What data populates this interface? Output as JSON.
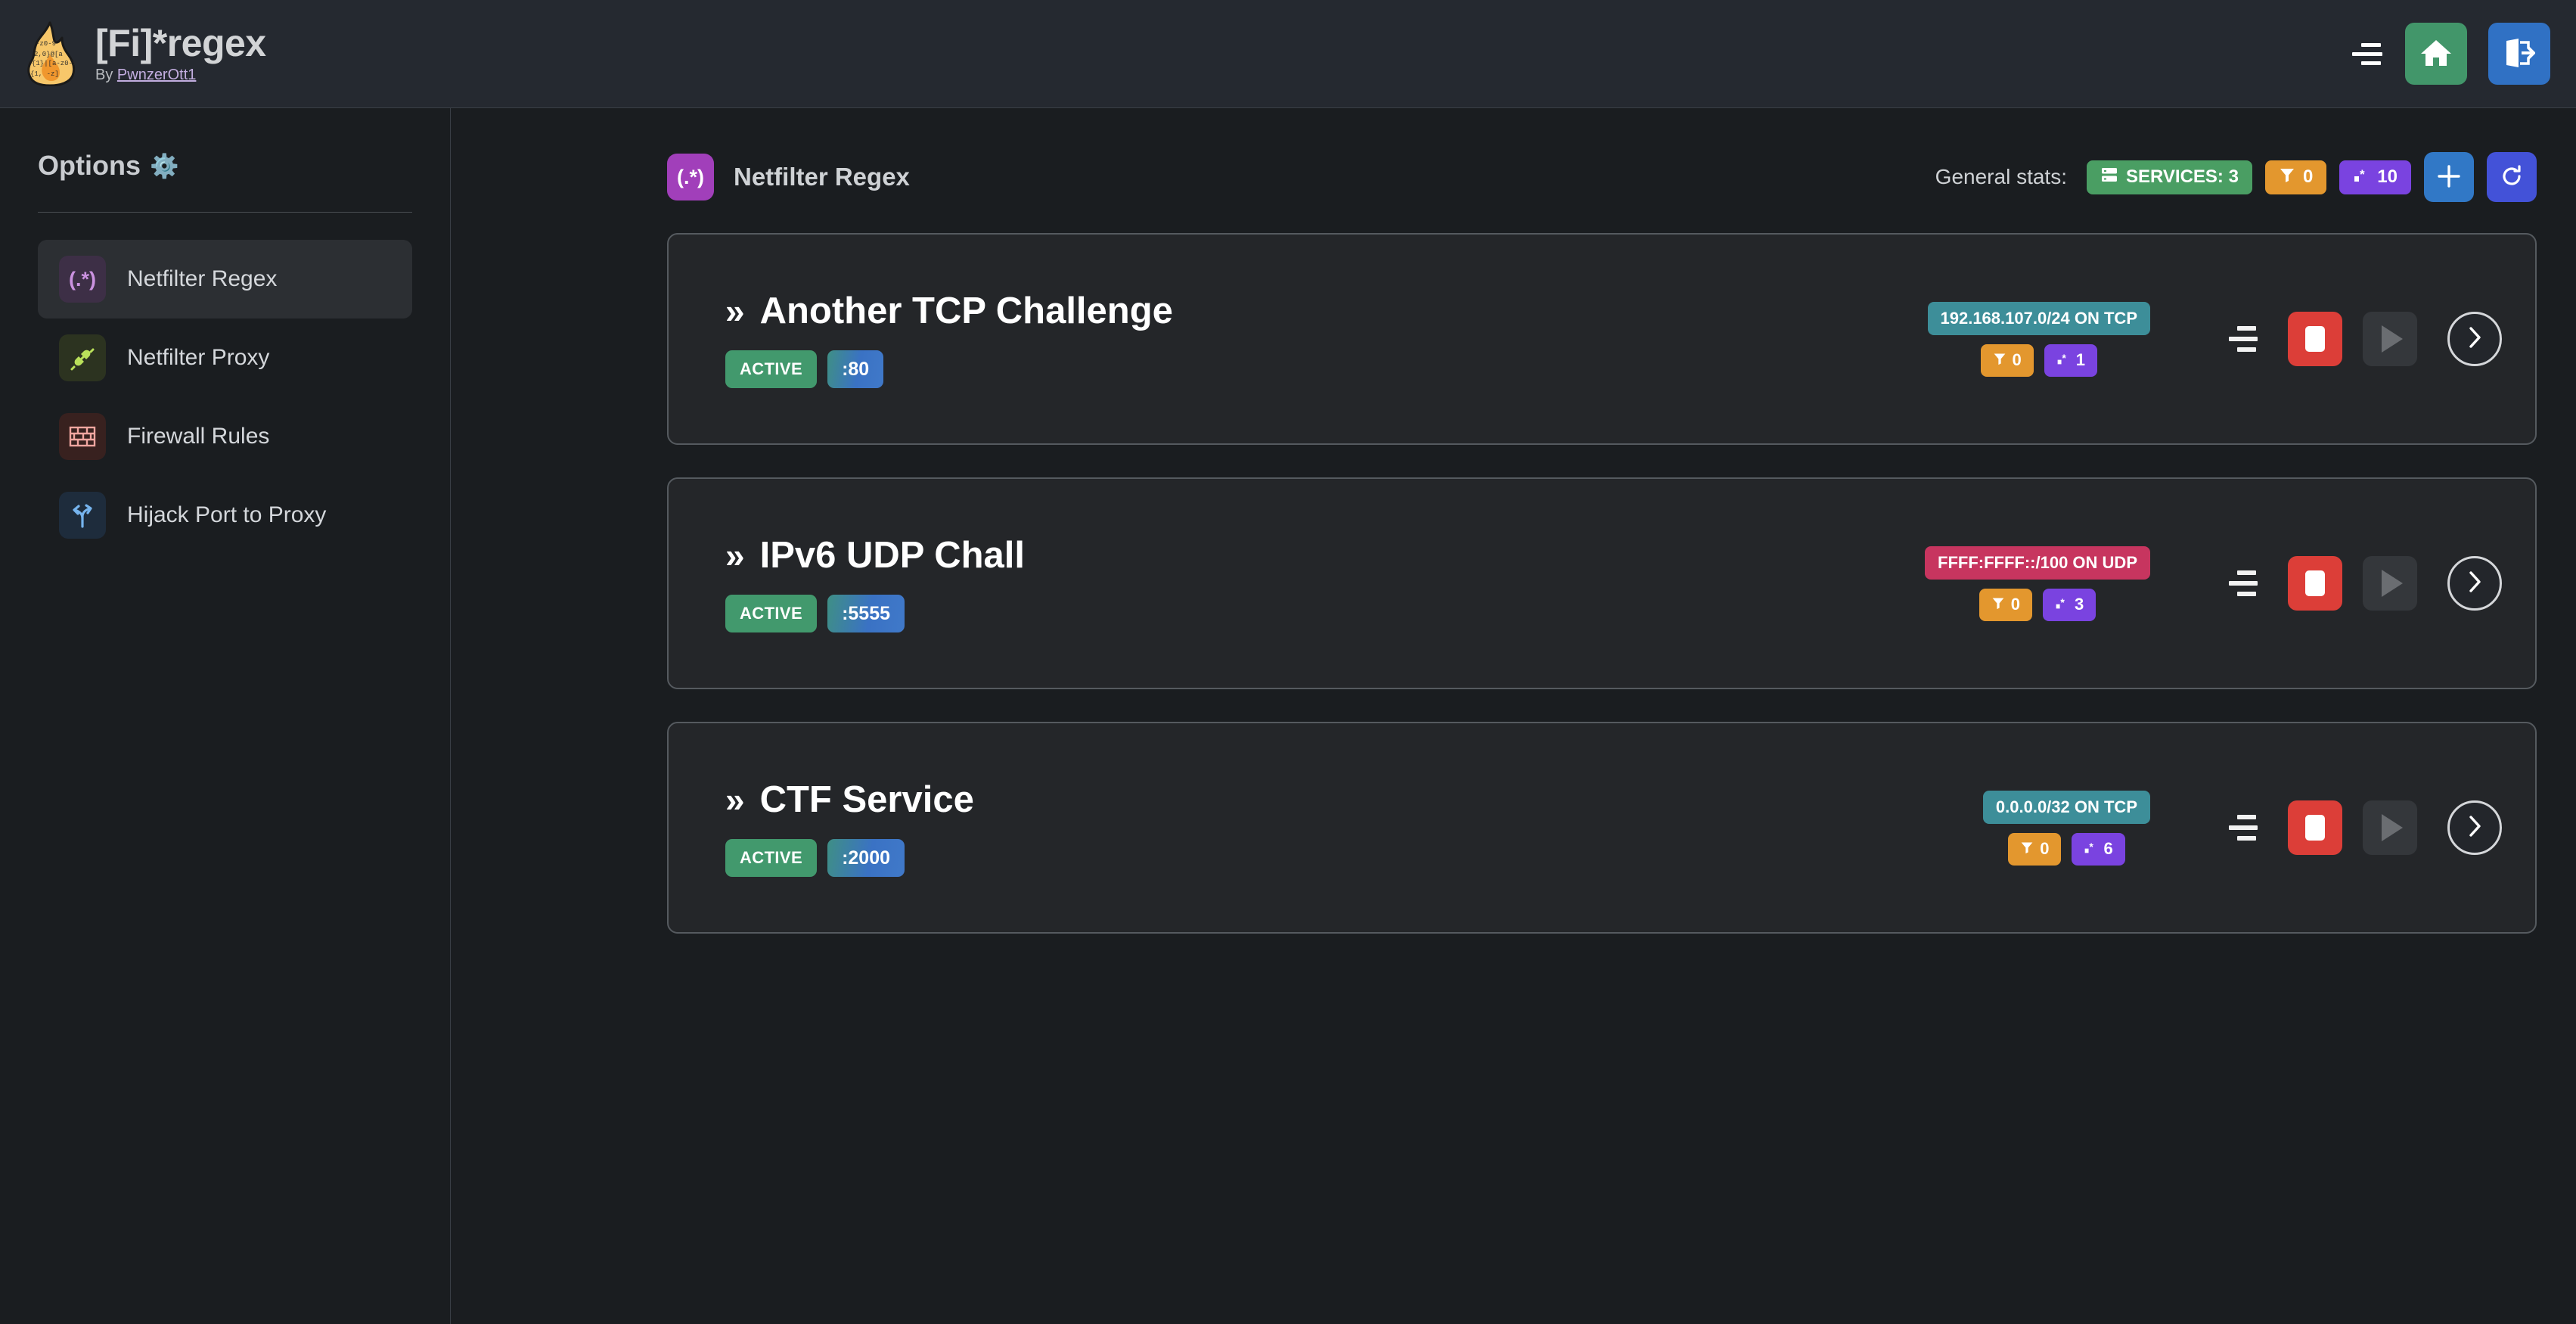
{
  "app": {
    "title": "[Fi]*regex",
    "by_prefix": "By",
    "author": "PwnzerOtt1",
    "logo_icon": "flame-regex-logo"
  },
  "topbar": {
    "menu_icon": "hamburger-menu-icon",
    "home_icon": "home-icon",
    "home_label": "Home",
    "logout_icon": "logout-icon",
    "logout_label": "Logout",
    "colors": {
      "home": "#42966a",
      "logout": "#3071c4",
      "background": "#252930"
    }
  },
  "sidebar": {
    "heading": "Options",
    "heading_icon": "gear-icon",
    "items": [
      {
        "label": "Netfilter Regex",
        "icon": "regex-icon",
        "glyph": "(.*)",
        "active": true
      },
      {
        "label": "Netfilter Proxy",
        "icon": "plug-icon",
        "glyph": "",
        "active": false
      },
      {
        "label": "Firewall Rules",
        "icon": "brickwall-icon",
        "glyph": "",
        "active": false
      },
      {
        "label": "Hijack Port to Proxy",
        "icon": "fork-arrow-icon",
        "glyph": "",
        "active": false
      }
    ]
  },
  "main": {
    "page_icon": "regex-icon",
    "page_icon_glyph": "(.*)",
    "page_title": "Netfilter Regex",
    "stats": {
      "label": "General stats:",
      "services": {
        "icon": "server-icon",
        "text": "SERVICES: 3",
        "value": 3,
        "color": "#4a9e63"
      },
      "filters": {
        "icon": "filter-icon",
        "text": "0",
        "value": 0,
        "color": "#e3972e"
      },
      "regexes": {
        "icon": "regex-icon",
        "text": "10",
        "value": 10,
        "color": "#7a43e0"
      },
      "add_button": {
        "icon": "plus-icon",
        "label": "Add service"
      },
      "refresh_button": {
        "icon": "refresh-icon",
        "label": "Refresh"
      }
    },
    "services": [
      {
        "name": "Another TCP Challenge",
        "status": "ACTIVE",
        "port": ":80",
        "network": "192.168.107.0/24 ON TCP",
        "protocol": "TCP",
        "filters": "0",
        "regexes": "1",
        "handle_icon": "drag-handle-icon",
        "stop_icon": "stop-icon",
        "play_icon": "play-icon",
        "go_icon": "chevron-right-icon"
      },
      {
        "name": "IPv6 UDP Chall",
        "status": "ACTIVE",
        "port": ":5555",
        "network": "FFFF:FFFF::/100 ON UDP",
        "protocol": "UDP",
        "filters": "0",
        "regexes": "3",
        "handle_icon": "drag-handle-icon",
        "stop_icon": "stop-icon",
        "play_icon": "play-icon",
        "go_icon": "chevron-right-icon"
      },
      {
        "name": "CTF Service",
        "status": "ACTIVE",
        "port": ":2000",
        "network": "0.0.0.0/32 ON TCP",
        "protocol": "TCP",
        "filters": "0",
        "regexes": "6",
        "handle_icon": "drag-handle-icon",
        "stop_icon": "stop-icon",
        "play_icon": "play-icon",
        "go_icon": "chevron-right-icon"
      }
    ],
    "card_title_prefix": "»"
  },
  "colors": {
    "page_bg": "#1a1d20",
    "card_bg": "#242629",
    "card_border": "#555a5f",
    "accent_purple": "#a13fba",
    "status_active": "#42996d",
    "stop_red": "#dc3e38",
    "tcp_teal": "#3d8e99",
    "udp_crimson": "#c7355f"
  }
}
